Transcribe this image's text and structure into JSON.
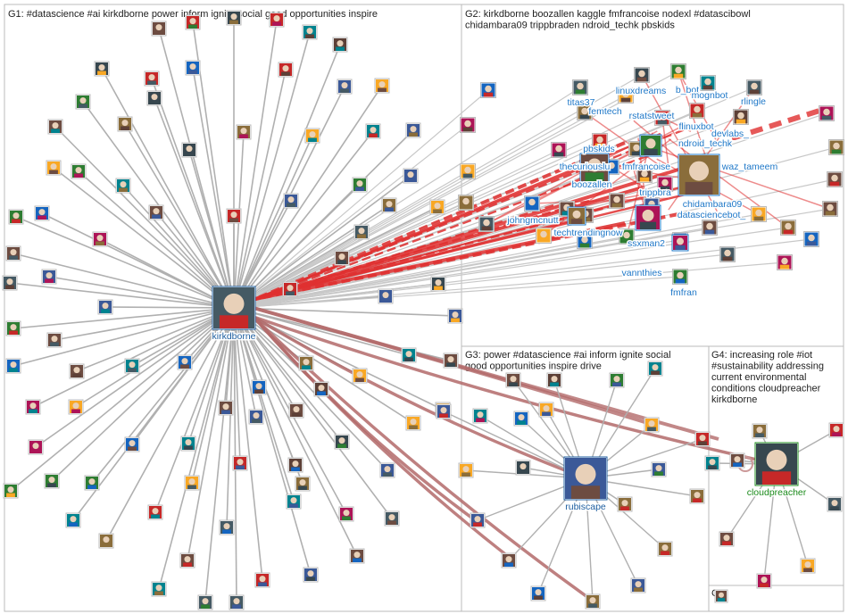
{
  "groups": [
    {
      "id": "G1",
      "lines": [
        "G1: #datascience #ai kirkdborne power inform ignite social good opportunities inspire"
      ]
    },
    {
      "id": "G2",
      "lines": [
        "G2: kirkdborne boozallen kaggle fmfrancoise nodexl #datascibowl",
        "chidambara09 trippbraden ndroid_techk pbskids"
      ]
    },
    {
      "id": "G3",
      "lines": [
        "G3: power #datascience #ai inform ignite social",
        "good opportunities inspire drive"
      ]
    },
    {
      "id": "G4",
      "lines": [
        "G4: increasing role #iot",
        "#sustainability addressing",
        "current environmental",
        "conditions cloudpreacher",
        "kirkdborne"
      ]
    },
    {
      "id": "G5",
      "lines": [
        "G5"
      ]
    }
  ],
  "hubs": [
    {
      "id": "kirkdborne",
      "label": "kirkdborne",
      "color": "#1f5fa0"
    },
    {
      "id": "rubiscape",
      "label": "rubiscape",
      "color": "#1f5fa0"
    },
    {
      "id": "cloudpreacher",
      "label": "cloudpreacher",
      "color": "#1a8a1a"
    }
  ],
  "g2_labels": [
    "titas37",
    "linuxdreams",
    "b_bot",
    "mognbot",
    "rlingle",
    "femtech",
    "rstatstweet",
    "flinuxbot",
    "pbskids",
    "devlabs_",
    "ndroid_techk",
    "thecuriouslu",
    "fmfrancoise",
    "waz_tameem",
    "boozallen",
    "trippbra",
    "chidambara09",
    "johngmcnutt",
    "datasciencebot_",
    "techtrendingnow",
    "ssxman2",
    "vannthies",
    "fmfran"
  ],
  "colors": {
    "label": "#1f78c8",
    "edge_gray": "#b0b0b0",
    "edge_red": "#e03030",
    "edge_brown": "#b36a6a",
    "border": "#bbbbbb"
  }
}
